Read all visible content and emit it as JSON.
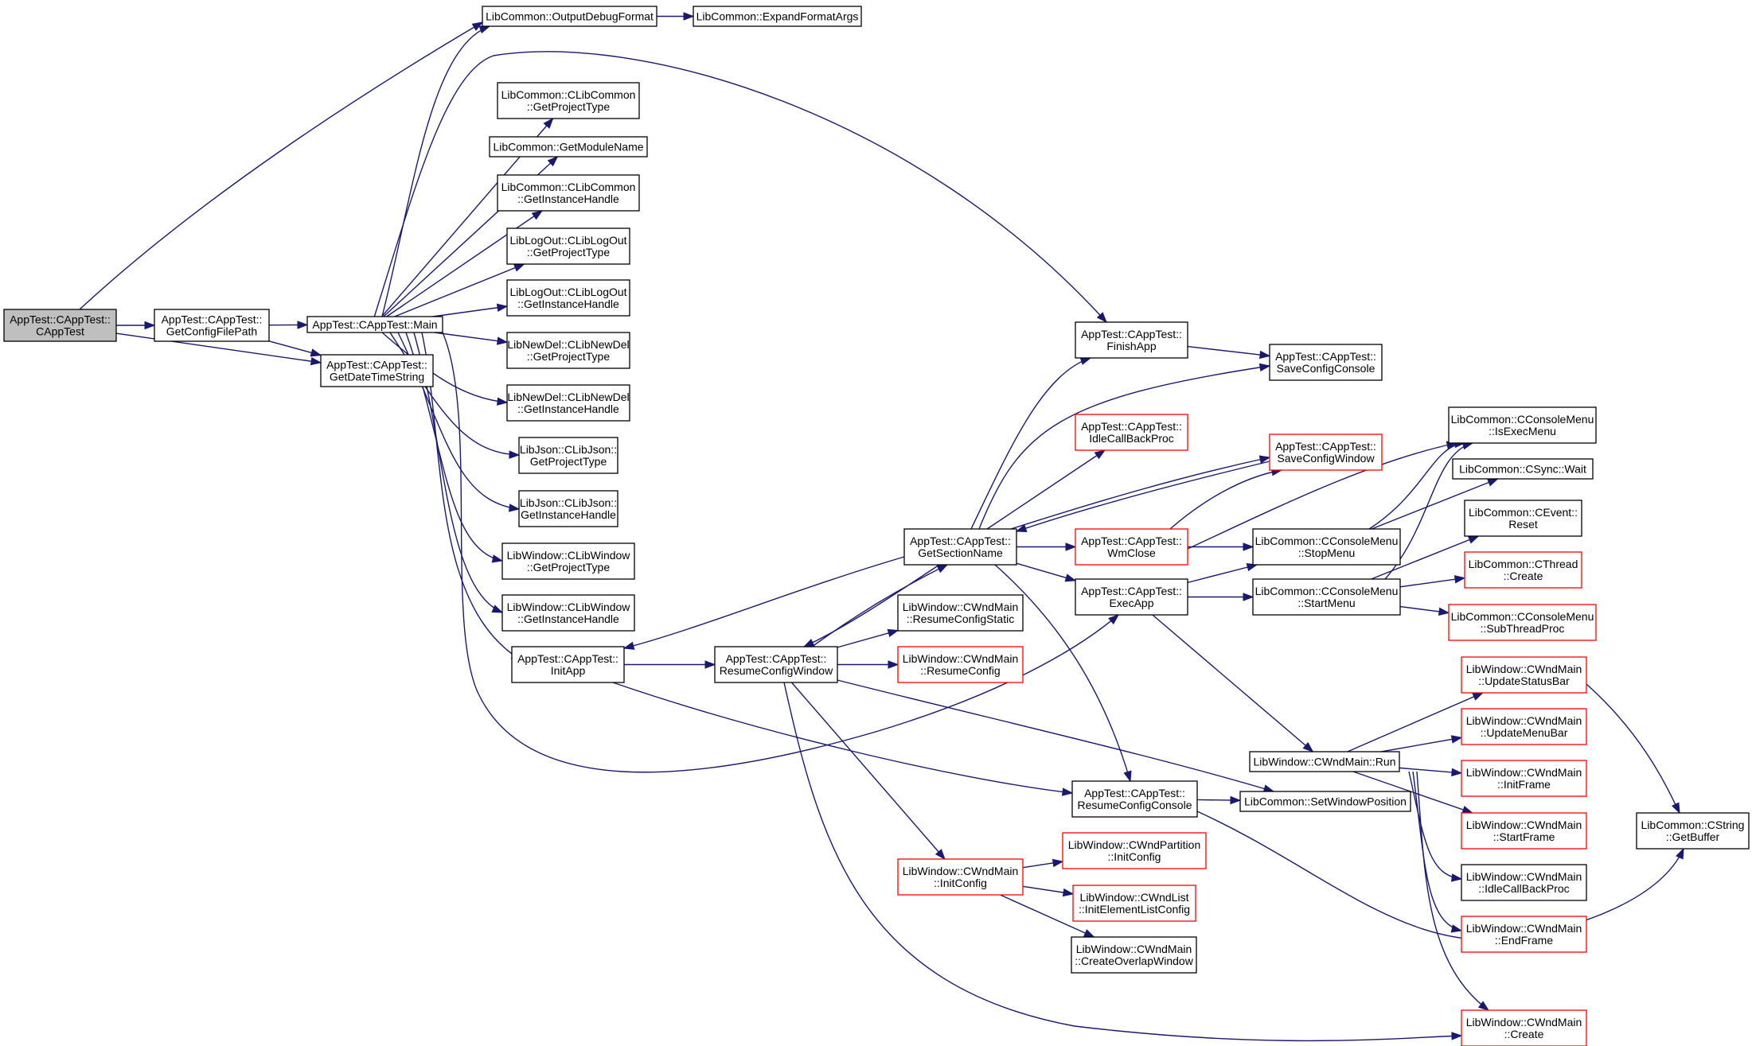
{
  "nodes": [
    {
      "id": "CAppTest",
      "label": [
        "AppTest::CAppTest::",
        "CAppTest"
      ],
      "root": true
    },
    {
      "id": "GetConfigFilePath",
      "label": [
        "AppTest::CAppTest::",
        "GetConfigFilePath"
      ]
    },
    {
      "id": "GetDateTimeString",
      "label": [
        "AppTest::CAppTest::",
        "GetDateTimeString"
      ]
    },
    {
      "id": "Main",
      "label": [
        "AppTest::CAppTest::Main"
      ]
    },
    {
      "id": "OutputDebugFormat",
      "label": [
        "LibCommon::OutputDebugFormat"
      ]
    },
    {
      "id": "ExpandFormatArgs",
      "label": [
        "LibCommon::ExpandFormatArgs"
      ]
    },
    {
      "id": "LC_GetProjectType",
      "label": [
        "LibCommon::CLibCommon",
        "::GetProjectType"
      ]
    },
    {
      "id": "GetModuleName",
      "label": [
        "LibCommon::GetModuleName"
      ]
    },
    {
      "id": "LC_GetInstanceHandle",
      "label": [
        "LibCommon::CLibCommon",
        "::GetInstanceHandle"
      ]
    },
    {
      "id": "LO_GetProjectType",
      "label": [
        "LibLogOut::CLibLogOut",
        "::GetProjectType"
      ]
    },
    {
      "id": "LO_GetInstanceHandle",
      "label": [
        "LibLogOut::CLibLogOut",
        "::GetInstanceHandle"
      ]
    },
    {
      "id": "ND_GetProjectType",
      "label": [
        "LibNewDel::CLibNewDel",
        "::GetProjectType"
      ]
    },
    {
      "id": "ND_GetInstanceHandle",
      "label": [
        "LibNewDel::CLibNewDel",
        "::GetInstanceHandle"
      ]
    },
    {
      "id": "LJ_GetProjectType",
      "label": [
        "LibJson::CLibJson::",
        "GetProjectType"
      ]
    },
    {
      "id": "LJ_GetInstanceHandle",
      "label": [
        "LibJson::CLibJson::",
        "GetInstanceHandle"
      ]
    },
    {
      "id": "LW_GetProjectType",
      "label": [
        "LibWindow::CLibWindow",
        "::GetProjectType"
      ]
    },
    {
      "id": "LW_GetInstanceHandle",
      "label": [
        "LibWindow::CLibWindow",
        "::GetInstanceHandle"
      ]
    },
    {
      "id": "InitApp",
      "label": [
        "AppTest::CAppTest::",
        "InitApp"
      ]
    },
    {
      "id": "ResumeConfigWindow",
      "label": [
        "AppTest::CAppTest::",
        "ResumeConfigWindow"
      ]
    },
    {
      "id": "GetSectionName",
      "label": [
        "AppTest::CAppTest::",
        "GetSectionName"
      ]
    },
    {
      "id": "FinishApp",
      "label": [
        "AppTest::CAppTest::",
        "FinishApp"
      ]
    },
    {
      "id": "SaveConfigConsole",
      "label": [
        "AppTest::CAppTest::",
        "SaveConfigConsole"
      ]
    },
    {
      "id": "IdleCallBackProc",
      "label": [
        "AppTest::CAppTest::",
        "IdleCallBackProc"
      ],
      "red": true
    },
    {
      "id": "SaveConfigWindow",
      "label": [
        "AppTest::CAppTest::",
        "SaveConfigWindow"
      ],
      "red": true
    },
    {
      "id": "WmClose",
      "label": [
        "AppTest::CAppTest::",
        "WmClose"
      ],
      "red": true
    },
    {
      "id": "ExecApp",
      "label": [
        "AppTest::CAppTest::",
        "ExecApp"
      ]
    },
    {
      "id": "StopMenu",
      "label": [
        "LibCommon::CConsoleMenu",
        "::StopMenu"
      ]
    },
    {
      "id": "StartMenu",
      "label": [
        "LibCommon::CConsoleMenu",
        "::StartMenu"
      ]
    },
    {
      "id": "IsExecMenu",
      "label": [
        "LibCommon::CConsoleMenu",
        "::IsExecMenu"
      ]
    },
    {
      "id": "CSyncWait",
      "label": [
        "LibCommon::CSync::Wait"
      ]
    },
    {
      "id": "CEventReset",
      "label": [
        "LibCommon::CEvent::",
        "Reset"
      ]
    },
    {
      "id": "CThreadCreate",
      "label": [
        "LibCommon::CThread",
        "::Create"
      ],
      "red": true
    },
    {
      "id": "SubThreadProc",
      "label": [
        "LibCommon::CConsoleMenu",
        "::SubThreadProc"
      ],
      "red": true
    },
    {
      "id": "ResumeConfigStatic",
      "label": [
        "LibWindow::CWndMain",
        "::ResumeConfigStatic"
      ]
    },
    {
      "id": "WM_ResumeConfig",
      "label": [
        "LibWindow::CWndMain",
        "::ResumeConfig"
      ],
      "red": true
    },
    {
      "id": "WM_InitConfig",
      "label": [
        "LibWindow::CWndMain",
        "::InitConfig"
      ],
      "red": true
    },
    {
      "id": "WP_InitConfig",
      "label": [
        "LibWindow::CWndPartition",
        "::InitConfig"
      ],
      "red": true
    },
    {
      "id": "InitElementListConfig",
      "label": [
        "LibWindow::CWndList",
        "::InitElementListConfig"
      ],
      "red": true
    },
    {
      "id": "CreateOverlapWindow",
      "label": [
        "LibWindow::CWndMain",
        "::CreateOverlapWindow"
      ]
    },
    {
      "id": "ResumeConfigConsole",
      "label": [
        "AppTest::CAppTest::",
        "ResumeConfigConsole"
      ]
    },
    {
      "id": "SetWindowPosition",
      "label": [
        "LibCommon::SetWindowPosition"
      ]
    },
    {
      "id": "WM_Run",
      "label": [
        "LibWindow::CWndMain::Run"
      ]
    },
    {
      "id": "UpdateStatusBar",
      "label": [
        "LibWindow::CWndMain",
        "::UpdateStatusBar"
      ],
      "red": true
    },
    {
      "id": "UpdateMenuBar",
      "label": [
        "LibWindow::CWndMain",
        "::UpdateMenuBar"
      ],
      "red": true
    },
    {
      "id": "InitFrame",
      "label": [
        "LibWindow::CWndMain",
        "::InitFrame"
      ],
      "red": true
    },
    {
      "id": "StartFrame",
      "label": [
        "LibWindow::CWndMain",
        "::StartFrame"
      ],
      "red": true
    },
    {
      "id": "WM_IdleCallBackProc",
      "label": [
        "LibWindow::CWndMain",
        "::IdleCallBackProc"
      ]
    },
    {
      "id": "EndFrame",
      "label": [
        "LibWindow::CWndMain",
        "::EndFrame"
      ],
      "red": true
    },
    {
      "id": "WM_Create",
      "label": [
        "LibWindow::CWndMain",
        "::Create"
      ],
      "red": true
    },
    {
      "id": "GetBuffer",
      "label": [
        "LibCommon::CString",
        "::GetBuffer"
      ]
    }
  ],
  "edges": [
    [
      "CAppTest",
      "GetConfigFilePath"
    ],
    [
      "CAppTest",
      "GetDateTimeString"
    ],
    [
      "CAppTest",
      "OutputDebugFormat"
    ],
    [
      "GetConfigFilePath",
      "Main"
    ],
    [
      "GetConfigFilePath",
      "GetDateTimeString"
    ],
    [
      "OutputDebugFormat",
      "ExpandFormatArgs"
    ],
    [
      "Main",
      "OutputDebugFormat"
    ],
    [
      "Main",
      "LC_GetProjectType"
    ],
    [
      "Main",
      "GetModuleName"
    ],
    [
      "Main",
      "LC_GetInstanceHandle"
    ],
    [
      "Main",
      "LO_GetProjectType"
    ],
    [
      "Main",
      "LO_GetInstanceHandle"
    ],
    [
      "Main",
      "ND_GetProjectType"
    ],
    [
      "Main",
      "ND_GetInstanceHandle"
    ],
    [
      "Main",
      "LJ_GetProjectType"
    ],
    [
      "Main",
      "LJ_GetInstanceHandle"
    ],
    [
      "Main",
      "LW_GetProjectType"
    ],
    [
      "Main",
      "LW_GetInstanceHandle"
    ],
    [
      "Main",
      "InitApp"
    ],
    [
      "Main",
      "FinishApp"
    ],
    [
      "Main",
      "ExecApp"
    ],
    [
      "InitApp",
      "ResumeConfigWindow"
    ],
    [
      "InitApp",
      "ResumeConfigConsole"
    ],
    [
      "ResumeConfigWindow",
      "GetSectionName"
    ],
    [
      "ResumeConfigWindow",
      "ResumeConfigStatic"
    ],
    [
      "ResumeConfigWindow",
      "WM_ResumeConfig"
    ],
    [
      "ResumeConfigWindow",
      "WM_InitConfig"
    ],
    [
      "ResumeConfigWindow",
      "SetWindowPosition"
    ],
    [
      "ResumeConfigWindow",
      "WM_Create"
    ],
    [
      "GetSectionName",
      "InitApp"
    ],
    [
      "GetSectionName",
      "ResumeConfigWindow"
    ],
    [
      "GetSectionName",
      "FinishApp"
    ],
    [
      "GetSectionName",
      "SaveConfigConsole"
    ],
    [
      "GetSectionName",
      "IdleCallBackProc"
    ],
    [
      "GetSectionName",
      "SaveConfigWindow"
    ],
    [
      "GetSectionName",
      "WmClose"
    ],
    [
      "GetSectionName",
      "ExecApp"
    ],
    [
      "GetSectionName",
      "ResumeConfigConsole"
    ],
    [
      "FinishApp",
      "SaveConfigConsole"
    ],
    [
      "SaveConfigWindow",
      "GetSectionName"
    ],
    [
      "WmClose",
      "SaveConfigWindow"
    ],
    [
      "WmClose",
      "StopMenu"
    ],
    [
      "WmClose",
      "IsExecMenu"
    ],
    [
      "ExecApp",
      "StopMenu"
    ],
    [
      "ExecApp",
      "StartMenu"
    ],
    [
      "ExecApp",
      "WM_Run"
    ],
    [
      "StopMenu",
      "IsExecMenu"
    ],
    [
      "StopMenu",
      "CSyncWait"
    ],
    [
      "StartMenu",
      "IsExecMenu"
    ],
    [
      "StartMenu",
      "CEventReset"
    ],
    [
      "StartMenu",
      "CThreadCreate"
    ],
    [
      "StartMenu",
      "SubThreadProc"
    ],
    [
      "WM_InitConfig",
      "WP_InitConfig"
    ],
    [
      "WM_InitConfig",
      "InitElementListConfig"
    ],
    [
      "WM_InitConfig",
      "CreateOverlapWindow"
    ],
    [
      "ResumeConfigConsole",
      "SetWindowPosition"
    ],
    [
      "ResumeConfigConsole",
      "GetBuffer"
    ],
    [
      "WM_Run",
      "UpdateStatusBar"
    ],
    [
      "WM_Run",
      "UpdateMenuBar"
    ],
    [
      "WM_Run",
      "InitFrame"
    ],
    [
      "WM_Run",
      "StartFrame"
    ],
    [
      "WM_Run",
      "WM_IdleCallBackProc"
    ],
    [
      "WM_Run",
      "EndFrame"
    ],
    [
      "WM_Run",
      "WM_Create"
    ],
    [
      "UpdateStatusBar",
      "GetBuffer"
    ]
  ]
}
